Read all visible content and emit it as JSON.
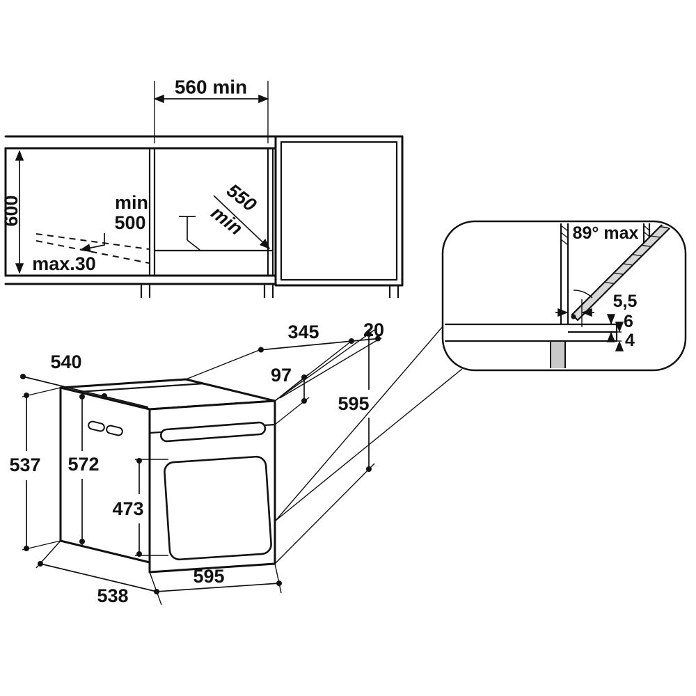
{
  "cabinet_section": {
    "cutout_width": "560 min",
    "niche_height": "600",
    "depth_min_label": "min",
    "depth_min_value": "500",
    "clearance_value": "550",
    "clearance_min": "min",
    "plinth_recess": "max.30"
  },
  "oven": {
    "rear_depth": "345",
    "front_lip": "20",
    "total_depth": "540",
    "panel_height": "97",
    "front_height": "595",
    "casing_height": "537",
    "inner_height": "572",
    "door_height": "473",
    "front_width": "595",
    "bottom_depth": "538"
  },
  "hinge_detail": {
    "door_angle": "89° max",
    "side_gap": "5,5",
    "upper_gap": "6",
    "lower_gap": "4"
  }
}
